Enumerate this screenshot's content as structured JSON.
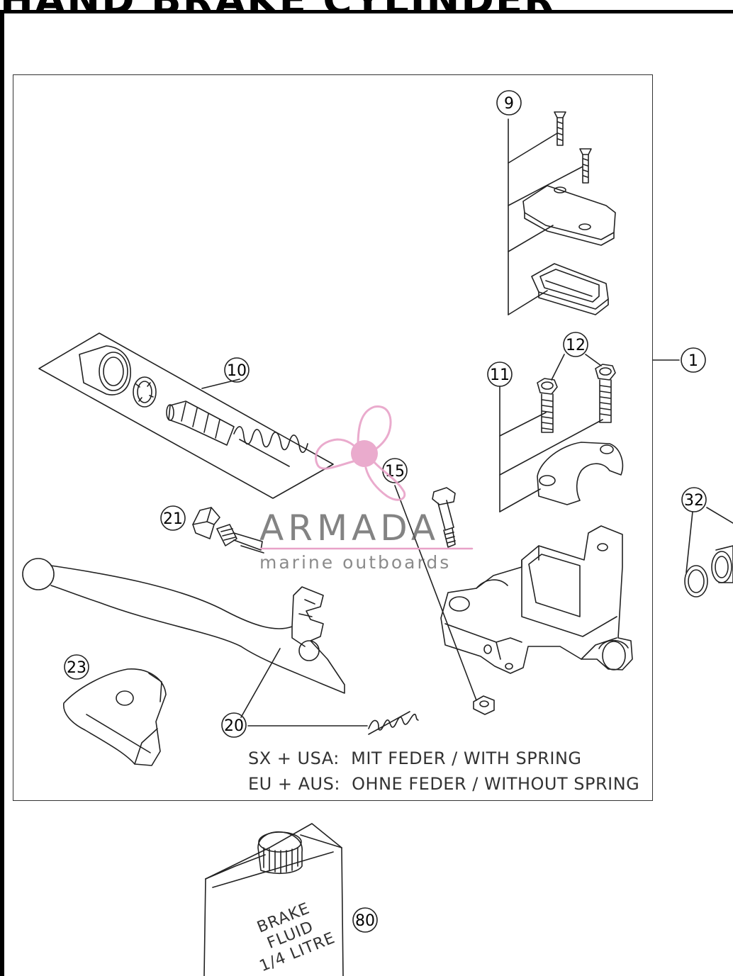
{
  "header": {
    "title": "HAND BRAKE CYLINDER"
  },
  "callouts": [
    {
      "id": "c1",
      "label": "1"
    },
    {
      "id": "c9",
      "label": "9"
    },
    {
      "id": "c10",
      "label": "10"
    },
    {
      "id": "c11",
      "label": "11"
    },
    {
      "id": "c12",
      "label": "12"
    },
    {
      "id": "c15",
      "label": "15"
    },
    {
      "id": "c20",
      "label": "20"
    },
    {
      "id": "c21",
      "label": "21"
    },
    {
      "id": "c23",
      "label": "23"
    },
    {
      "id": "c32",
      "label": "32"
    },
    {
      "id": "c80",
      "label": "80"
    }
  ],
  "notes": {
    "line1": "SX + USA:  MIT FEDER / WITH SPRING",
    "line2": "EU + AUS:  OHNE FEDER / WITHOUT SPRING"
  },
  "bottle": {
    "line1": "BRAKE",
    "line2": "FLUID",
    "line3": "1/4 LITRE"
  },
  "watermark": {
    "name": "ARMADA",
    "tagline": "marine outboards",
    "color": "#e8a2c8"
  },
  "colors": {
    "line": "#333333",
    "outline": "#111111"
  }
}
